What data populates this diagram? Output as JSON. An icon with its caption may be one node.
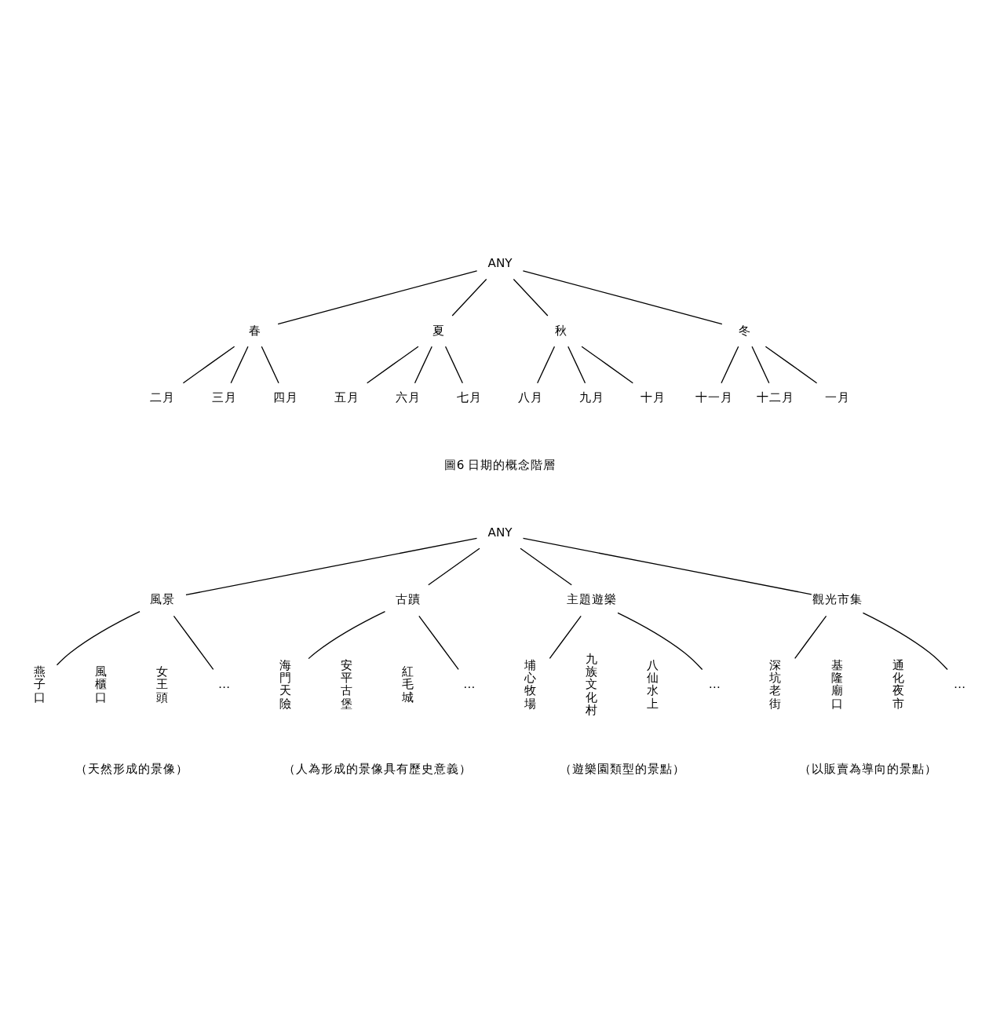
{
  "diagram": {
    "nodes": [
      {
        "text": [
          "ANY"
        ]
      },
      {
        "text": [
          "春"
        ]
      },
      {
        "text": [
          "夏"
        ]
      },
      {
        "text": [
          "秋"
        ]
      },
      {
        "text": [
          "冬"
        ]
      },
      {
        "text": [
          "二月"
        ]
      },
      {
        "text": [
          "三月"
        ]
      },
      {
        "text": [
          "四月"
        ]
      },
      {
        "text": [
          "五月"
        ]
      },
      {
        "text": [
          "六月"
        ]
      },
      {
        "text": [
          "七月"
        ]
      },
      {
        "text": [
          "八月"
        ]
      },
      {
        "text": [
          "九月"
        ]
      },
      {
        "text": [
          "十月"
        ]
      },
      {
        "text": [
          "十一月"
        ]
      },
      {
        "text": [
          "十二月"
        ]
      },
      {
        "text": [
          "一月"
        ]
      },
      {
        "text": [
          "ANY"
        ]
      },
      {
        "text": [
          "風景"
        ]
      },
      {
        "text": [
          "古蹟"
        ]
      },
      {
        "text": [
          "主題遊樂"
        ]
      },
      {
        "text": [
          "觀光市集"
        ]
      },
      {
        "text": [
          "燕子口"
        ]
      },
      {
        "text": [
          "風櫃口"
        ]
      },
      {
        "text": [
          "女王頭"
        ]
      },
      {
        "text": [
          "…"
        ]
      },
      {
        "text": [
          "海門天險"
        ]
      },
      {
        "text": [
          "安平古堡"
        ]
      },
      {
        "text": [
          "紅毛城"
        ]
      },
      {
        "text": [
          "…"
        ]
      },
      {
        "text": [
          "埔心牧場"
        ]
      },
      {
        "text": [
          "九族文化村"
        ]
      },
      {
        "text": [
          "八仙水上"
        ]
      },
      {
        "text": [
          "…"
        ]
      },
      {
        "text": [
          "深坑老街"
        ]
      },
      {
        "text": [
          "基隆廟口"
        ]
      },
      {
        "text": [
          "通化夜市"
        ]
      },
      {
        "text": [
          "…"
        ]
      }
    ],
    "edges": [
      {
        "from": 0,
        "to": 1,
        "arrow": "none"
      },
      {
        "from": 0,
        "to": 2,
        "arrow": "none"
      },
      {
        "from": 0,
        "to": 3,
        "arrow": "none"
      },
      {
        "from": 0,
        "to": 4,
        "arrow": "none"
      },
      {
        "from": 1,
        "to": 5,
        "arrow": "none"
      },
      {
        "from": 1,
        "to": 6,
        "arrow": "none"
      },
      {
        "from": 1,
        "to": 7,
        "arrow": "none"
      },
      {
        "from": 2,
        "to": 8,
        "arrow": "none"
      },
      {
        "from": 2,
        "to": 9,
        "arrow": "none"
      },
      {
        "from": 2,
        "to": 10,
        "arrow": "none"
      },
      {
        "from": 3,
        "to": 11,
        "arrow": "none"
      },
      {
        "from": 3,
        "to": 12,
        "arrow": "none"
      },
      {
        "from": 3,
        "to": 13,
        "arrow": "none"
      },
      {
        "from": 4,
        "to": 14,
        "arrow": "none"
      },
      {
        "from": 4,
        "to": 15,
        "arrow": "none"
      },
      {
        "from": 4,
        "to": 16,
        "arrow": "none"
      },
      {
        "from": 17,
        "to": 18,
        "arrow": "none"
      },
      {
        "from": 17,
        "to": 19,
        "arrow": "none"
      },
      {
        "from": 17,
        "to": 20,
        "arrow": "none"
      },
      {
        "from": 17,
        "to": 21,
        "arrow": "none"
      },
      {
        "from": 18,
        "to": 22,
        "arrow": "none"
      },
      {
        "from": 18,
        "to": 25,
        "arrow": "none"
      },
      {
        "from": 19,
        "to": 26,
        "arrow": "none"
      },
      {
        "from": 19,
        "to": 29,
        "arrow": "none"
      },
      {
        "from": 20,
        "to": 30,
        "arrow": "none"
      },
      {
        "from": 20,
        "to": 33,
        "arrow": "none"
      },
      {
        "from": 21,
        "to": 34,
        "arrow": "none"
      },
      {
        "from": 21,
        "to": 37,
        "arrow": "none"
      }
    ],
    "labels": [
      "圖6 日期的概念階層",
      "（天然形成的景像）",
      "（人為形成的景像具有歷史意義）",
      "（遊樂園類型的景點）",
      "（以販賣為導向的景點）"
    ]
  }
}
